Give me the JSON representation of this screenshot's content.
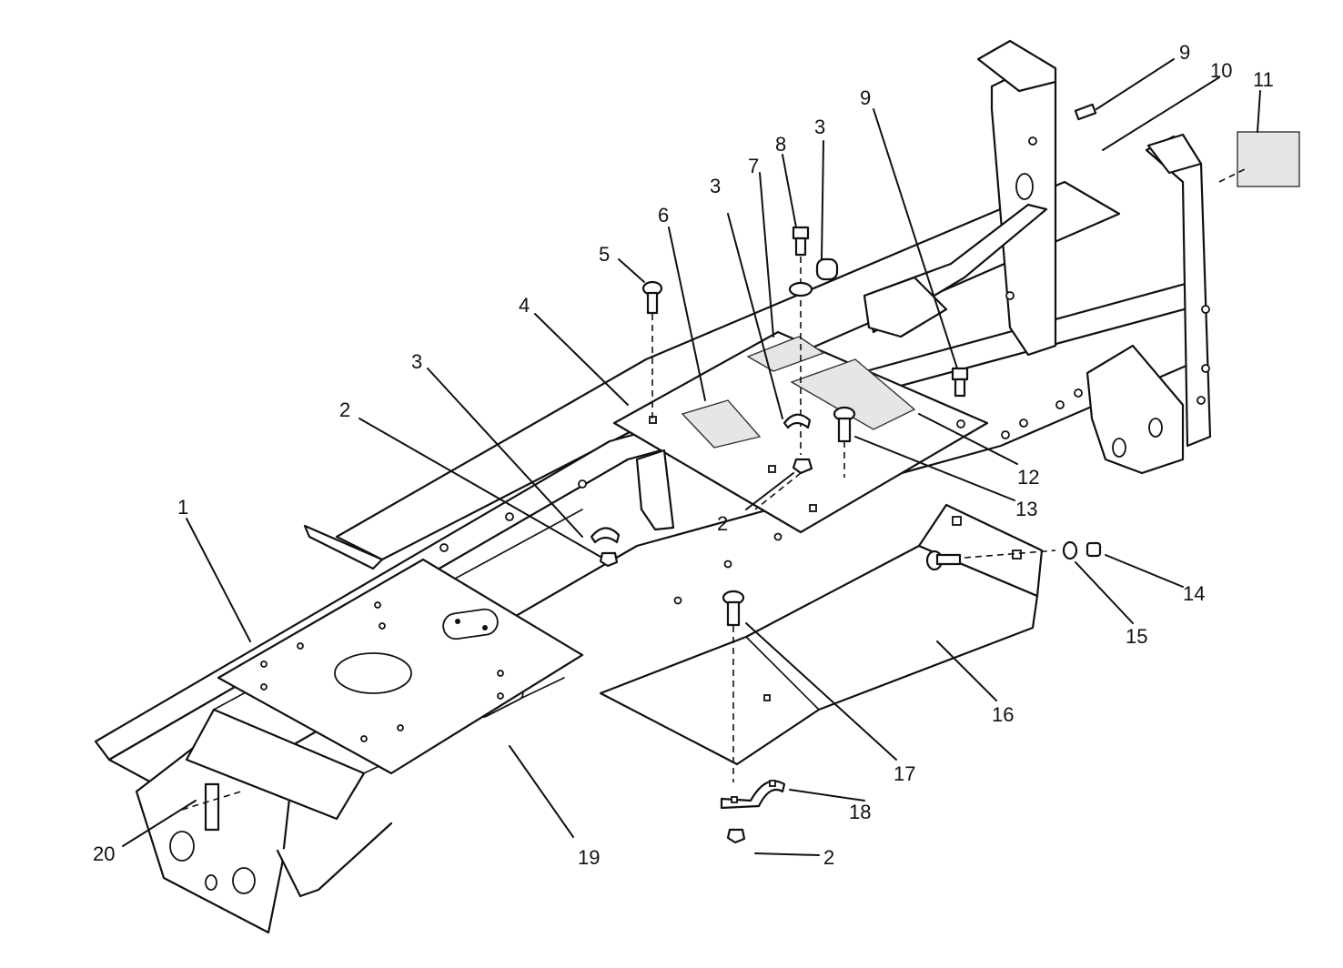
{
  "callouts": [
    {
      "id": "c1",
      "label": "1"
    },
    {
      "id": "c2a",
      "label": "2"
    },
    {
      "id": "c2b",
      "label": "2"
    },
    {
      "id": "c2c",
      "label": "2"
    },
    {
      "id": "c3a",
      "label": "3"
    },
    {
      "id": "c3b",
      "label": "3"
    },
    {
      "id": "c3c",
      "label": "3"
    },
    {
      "id": "c4",
      "label": "4"
    },
    {
      "id": "c5",
      "label": "5"
    },
    {
      "id": "c6",
      "label": "6"
    },
    {
      "id": "c7",
      "label": "7"
    },
    {
      "id": "c8",
      "label": "8"
    },
    {
      "id": "c9a",
      "label": "9"
    },
    {
      "id": "c9b",
      "label": "9"
    },
    {
      "id": "c10",
      "label": "10"
    },
    {
      "id": "c11",
      "label": "11"
    },
    {
      "id": "c12",
      "label": "12"
    },
    {
      "id": "c13",
      "label": "13"
    },
    {
      "id": "c14",
      "label": "14"
    },
    {
      "id": "c15",
      "label": "15"
    },
    {
      "id": "c16",
      "label": "16"
    },
    {
      "id": "c17",
      "label": "17"
    },
    {
      "id": "c18",
      "label": "18"
    },
    {
      "id": "c19",
      "label": "19"
    },
    {
      "id": "c20",
      "label": "20"
    }
  ]
}
